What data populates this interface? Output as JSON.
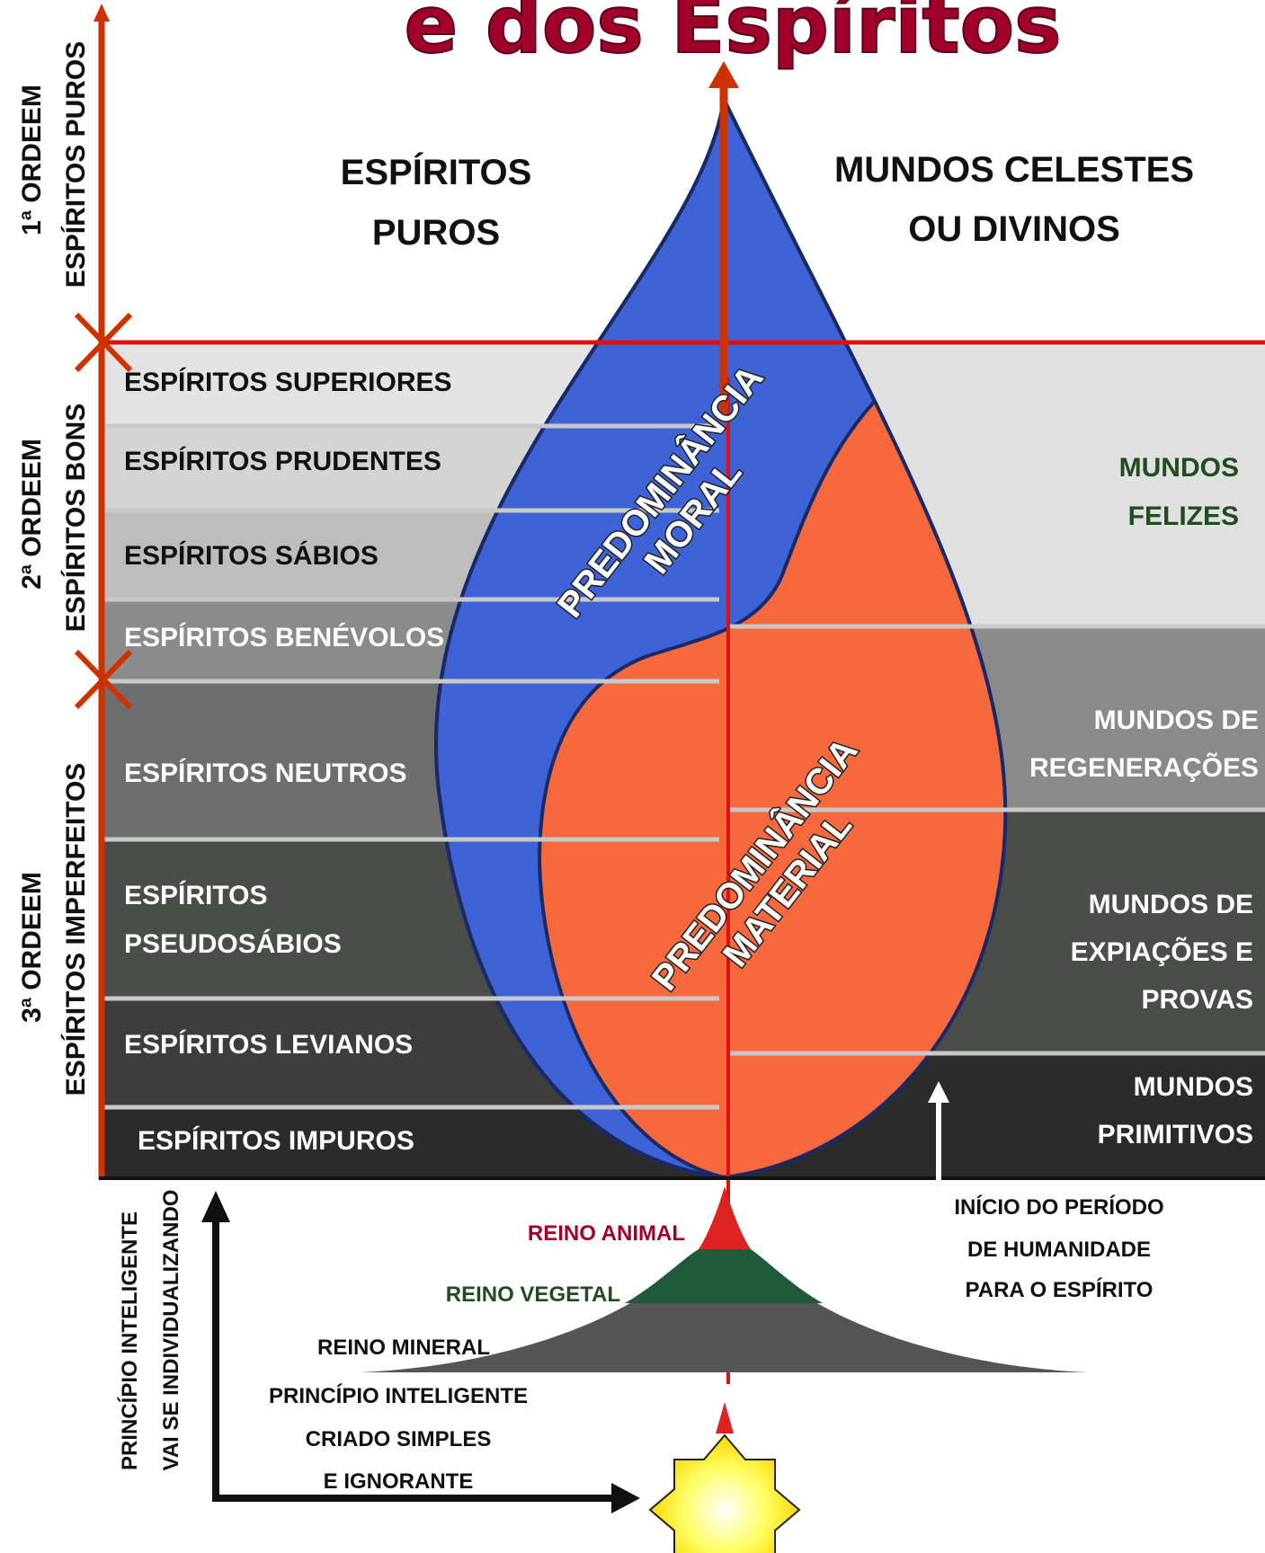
{
  "title": "e dos Espíritos",
  "header": {
    "left": [
      "ESPÍRITOS",
      "PUROS"
    ],
    "right": [
      "MUNDOS CELESTES",
      "OU DIVINOS"
    ]
  },
  "orders": {
    "first": [
      "1ª  ORDEEM",
      "ESPÍRITOS PUROS"
    ],
    "second": [
      "2ª  ORDEEM",
      "ESPÍRITOS BONS"
    ],
    "third": [
      "3ª  ORDEEM",
      "ESPÍRITOS IMPERFEITOS"
    ]
  },
  "spirits": {
    "superiores": "ESPÍRITOS  SUPERIORES",
    "prudentes": "ESPÍRITOS  PRUDENTES",
    "sabios": "ESPÍRITOS  SÁBIOS",
    "benevolos": "ESPÍRITOS  BENÉVOLOS",
    "neutros": "ESPÍRITOS  NEUTROS",
    "pseudosabios": [
      "ESPÍRITOS",
      "PSEUDOSÁBIOS"
    ],
    "levianos": "ESPÍRITOS  LEVIANOS",
    "impuros": "ESPÍRITOS  IMPUROS"
  },
  "worlds": {
    "felizes": [
      "MUNDOS",
      "FELIZES"
    ],
    "regeneracoes": [
      "MUNDOS DE",
      "REGENERAÇÕES"
    ],
    "expiacoes": [
      "MUNDOS DE",
      "EXPIAÇÕES E",
      "PROVAS"
    ],
    "primitivos": [
      "MUNDOS",
      "PRIMITIVOS"
    ]
  },
  "drop": {
    "moral": [
      "PREDOMINÂNCIA",
      "MORAL"
    ],
    "material": [
      "PREDOMINÂNCIA",
      "MATERIAL"
    ]
  },
  "reinos": {
    "animal": "REINO ANIMAL",
    "vegetal": "REINO VEGETAL",
    "mineral": "REINO MINERAL"
  },
  "principle": [
    "PRINCÍPIO INTELIGENTE",
    "CRIADO SIMPLES",
    "E IGNORANTE"
  ],
  "humanity": [
    "INÍCIO DO PERÍODO",
    "DE HUMANIDADE",
    "PARA O ESPÍRITO"
  ],
  "vertical_note": [
    "PRINCÍPIO INTELIGENTE",
    "VAI SE INDIVIDUALIZANDO"
  ],
  "colors": {
    "title": "#a0002a",
    "blue": "#3d63d6",
    "orange": "#f5693d",
    "red_line": "#cc3300",
    "green_text": "#1f4d1f",
    "band_light": "#e0e0e0",
    "band_mid": "#8a8a8a",
    "band_dark": "#4a4d4a",
    "band_darkest": "#2b2b2b"
  }
}
